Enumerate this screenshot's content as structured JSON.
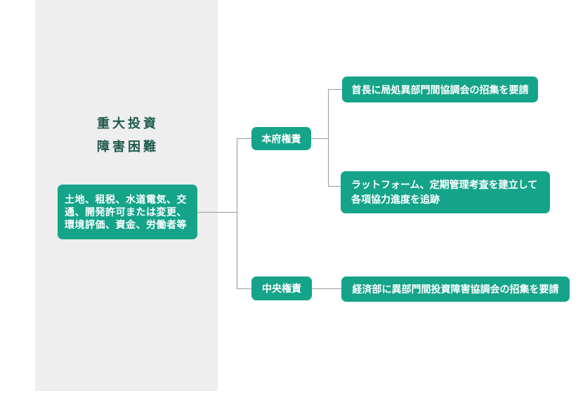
{
  "colors": {
    "accent": "#15a48a",
    "panel": "#eeeeee",
    "line": "#999999",
    "title": "#1f5a4d"
  },
  "diagram": {
    "title": {
      "line1": "重大投資",
      "line2": "障害困難"
    },
    "root": {
      "label": "土地、租税、水道電気、交通、開発許可または変更、環境評価、資金、労働者等"
    },
    "branches": [
      {
        "label": "本府権責",
        "children": [
          {
            "label": "首長に局処異部門間協調会の招集を要請"
          },
          {
            "label": "ラットフォーム、定期管理考査を建立して各項協力進度を追跡"
          }
        ]
      },
      {
        "label": "中央権責",
        "children": [
          {
            "label": "経済部に異部門間投資障害協調会の招集を要請"
          }
        ]
      }
    ]
  }
}
